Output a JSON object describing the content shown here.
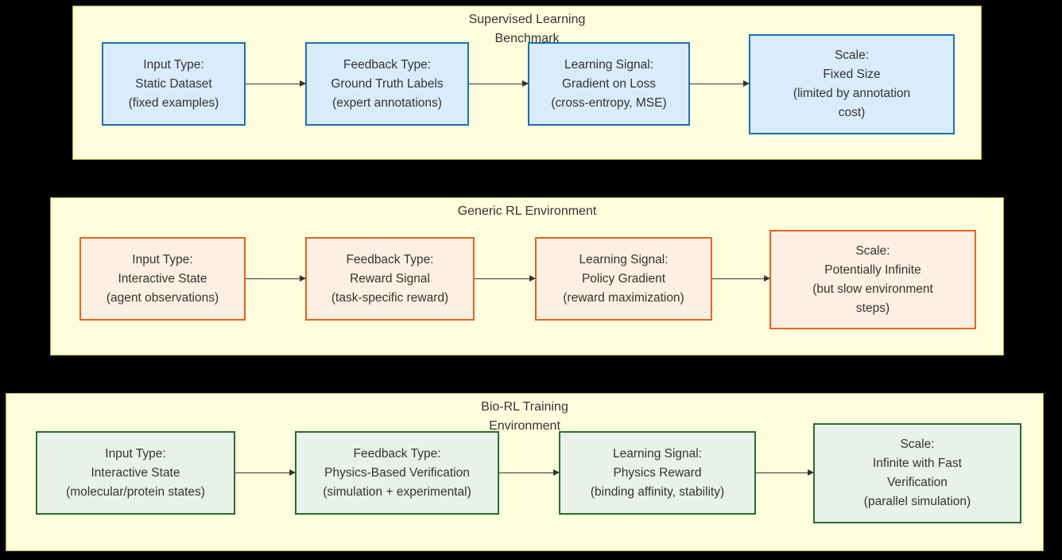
{
  "colors": {
    "page_bg": "#000000",
    "container_fill": "#FFFFDE",
    "container_stroke": "#ABAB32",
    "text": "#333333",
    "arrow": "#333333",
    "blue_fill": "#D9ECFC",
    "blue_stroke": "#1D6FB5",
    "orange_fill": "#FDF0E2",
    "orange_stroke": "#E8621D",
    "green_fill": "#E8F2EA",
    "green_stroke": "#2B6B2F"
  },
  "sections": [
    {
      "title_lines": [
        "Supervised Learning",
        "Benchmark"
      ],
      "boxes": [
        {
          "lines": [
            "Input Type:",
            "Static Dataset",
            "(fixed examples)"
          ]
        },
        {
          "lines": [
            "Feedback Type:",
            "Ground Truth Labels",
            "(expert annotations)"
          ]
        },
        {
          "lines": [
            "Learning Signal:",
            "Gradient on Loss",
            "(cross-entropy, MSE)"
          ]
        },
        {
          "lines": [
            "Scale:",
            "Fixed Size",
            "(limited by annotation",
            "cost)"
          ]
        }
      ]
    },
    {
      "title_lines": [
        "Generic RL Environment"
      ],
      "boxes": [
        {
          "lines": [
            "Input Type:",
            "Interactive State",
            "(agent observations)"
          ]
        },
        {
          "lines": [
            "Feedback Type:",
            "Reward Signal",
            "(task-specific reward)"
          ]
        },
        {
          "lines": [
            "Learning Signal:",
            "Policy Gradient",
            "(reward maximization)"
          ]
        },
        {
          "lines": [
            "Scale:",
            "Potentially Infinite",
            "(but slow environment",
            "steps)"
          ]
        }
      ]
    },
    {
      "title_lines": [
        "Bio-RL Training",
        "Environment"
      ],
      "boxes": [
        {
          "lines": [
            "Input Type:",
            "Interactive State",
            "(molecular/protein states)"
          ]
        },
        {
          "lines": [
            "Feedback Type:",
            "Physics-Based Verification",
            "(simulation + experimental)"
          ]
        },
        {
          "lines": [
            "Learning Signal:",
            "Physics Reward",
            "(binding affinity, stability)"
          ]
        },
        {
          "lines": [
            "Scale:",
            "Infinite with Fast",
            "Verification",
            "(parallel simulation)"
          ]
        }
      ]
    }
  ]
}
